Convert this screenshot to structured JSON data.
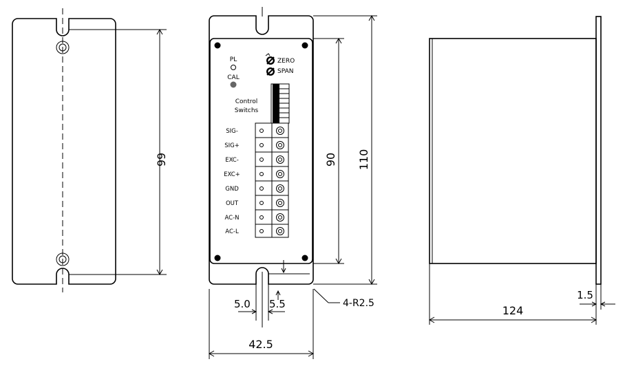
{
  "dimensions": {
    "left_height": "99",
    "front_inner_height": "90",
    "front_outer_height": "110",
    "slot_width": "5.0",
    "slot_depth": "5.5",
    "front_width": "42.5",
    "corner_radius_note": "4-R2.5",
    "side_flange_thickness": "1.5",
    "side_depth": "124"
  },
  "indicators": {
    "pl": "PL",
    "cal": "CAL"
  },
  "potentiometers": {
    "zero": "ZERO",
    "span": "SPAN"
  },
  "switches_label": {
    "line1": "Control",
    "line2": "Switchs"
  },
  "terminals": [
    "SIG-",
    "SIG+",
    "EXC-",
    "EXC+",
    "GND",
    "OUT",
    "AC-N",
    "AC-L"
  ]
}
